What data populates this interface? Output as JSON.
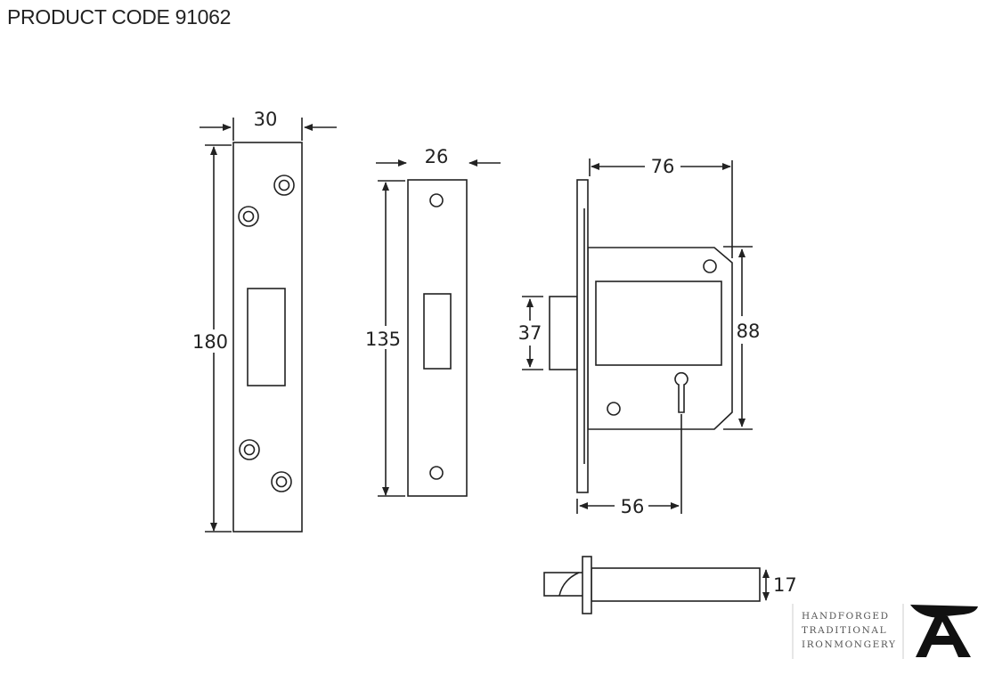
{
  "title": "PRODUCT CODE 91062",
  "dimensions": {
    "forend_width": "30",
    "forend_height": "180",
    "keep_width": "26",
    "keep_height": "135",
    "backset_depth": "76",
    "case_height": "88",
    "bolt_height": "37",
    "backset": "56",
    "bolt_thickness": "17"
  },
  "logo": {
    "line1": "HANDFORGED",
    "line2": "TRADITIONAL",
    "line3": "IRONMONGERY",
    "mark": "anvil-A"
  }
}
